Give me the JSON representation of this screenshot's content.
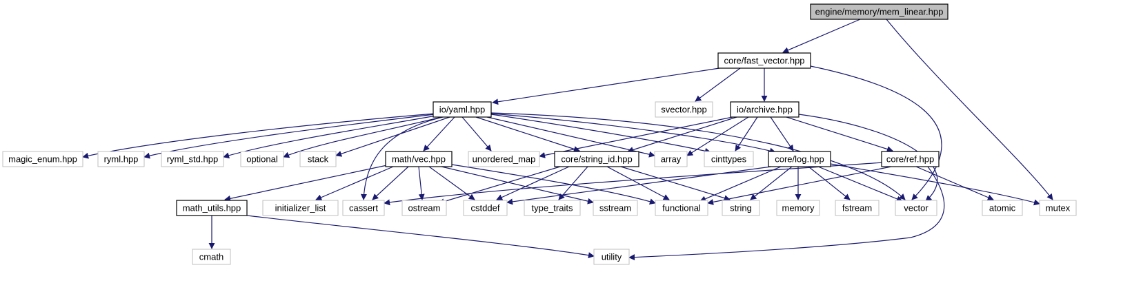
{
  "nodes": {
    "root": "engine/memory/mem_linear.hpp",
    "fast_vector": "core/fast_vector.hpp",
    "yaml": "io/yaml.hpp",
    "svector": "svector.hpp",
    "archive": "io/archive.hpp",
    "magic_enum": "magic_enum.hpp",
    "ryml": "ryml.hpp",
    "ryml_std": "ryml_std.hpp",
    "optional": "optional",
    "stack": "stack",
    "vec": "math/vec.hpp",
    "unordered_map": "unordered_map",
    "string_id": "core/string_id.hpp",
    "array": "array",
    "cinttypes": "cinttypes",
    "log": "core/log.hpp",
    "ref": "core/ref.hpp",
    "math_utils": "math_utils.hpp",
    "initializer_list": "initializer_list",
    "cassert": "cassert",
    "ostream": "ostream",
    "cstddef": "cstddef",
    "type_traits": "type_traits",
    "sstream": "sstream",
    "functional": "functional",
    "string": "string",
    "memory": "memory",
    "fstream": "fstream",
    "vector": "vector",
    "atomic": "atomic",
    "mutex": "mutex",
    "cmath": "cmath",
    "utility": "utility"
  },
  "colors": {
    "edge": "#191970",
    "root_fill": "#bfbfbf",
    "main_border": "#000000",
    "external_border": "#bfbfbf"
  }
}
